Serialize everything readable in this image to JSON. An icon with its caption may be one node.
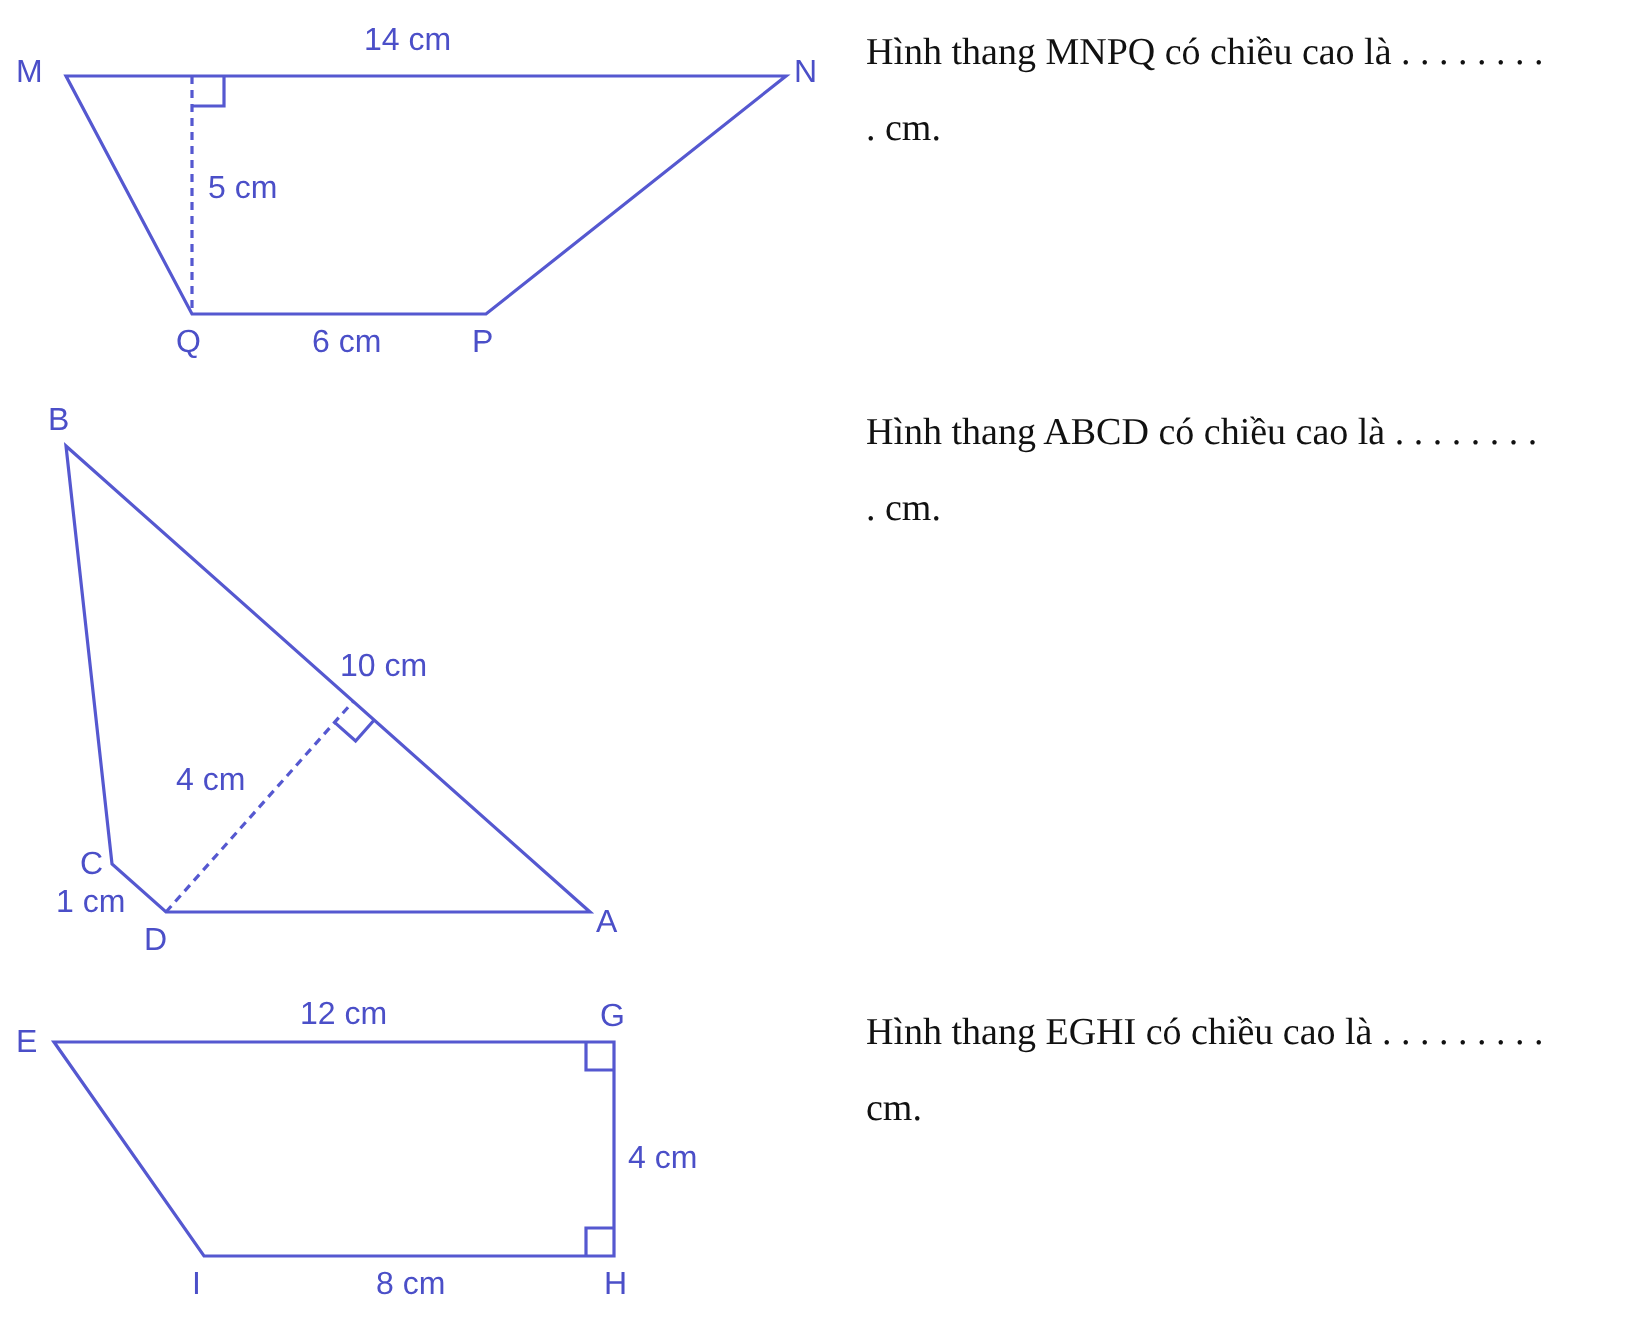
{
  "diagram": {
    "labels": [
      "M",
      "14 cm",
      "N",
      "5 cm",
      "Q",
      "6 cm",
      "P",
      "Hình thang MNPQ có chiều cao là . . . . . . . . . cm.",
      "B",
      "Hình thang ABCD có chiều cao là . . . . . . . . . cm.",
      "10 cm",
      "4 cm",
      "C",
      "1 cm",
      "D",
      "A",
      "E",
      "12 cm",
      "G",
      "Hình thang EGHI có chiều cao là . . . . . . . . . cm.",
      "4 cm",
      "I",
      "8 cm",
      "H"
    ]
  }
}
